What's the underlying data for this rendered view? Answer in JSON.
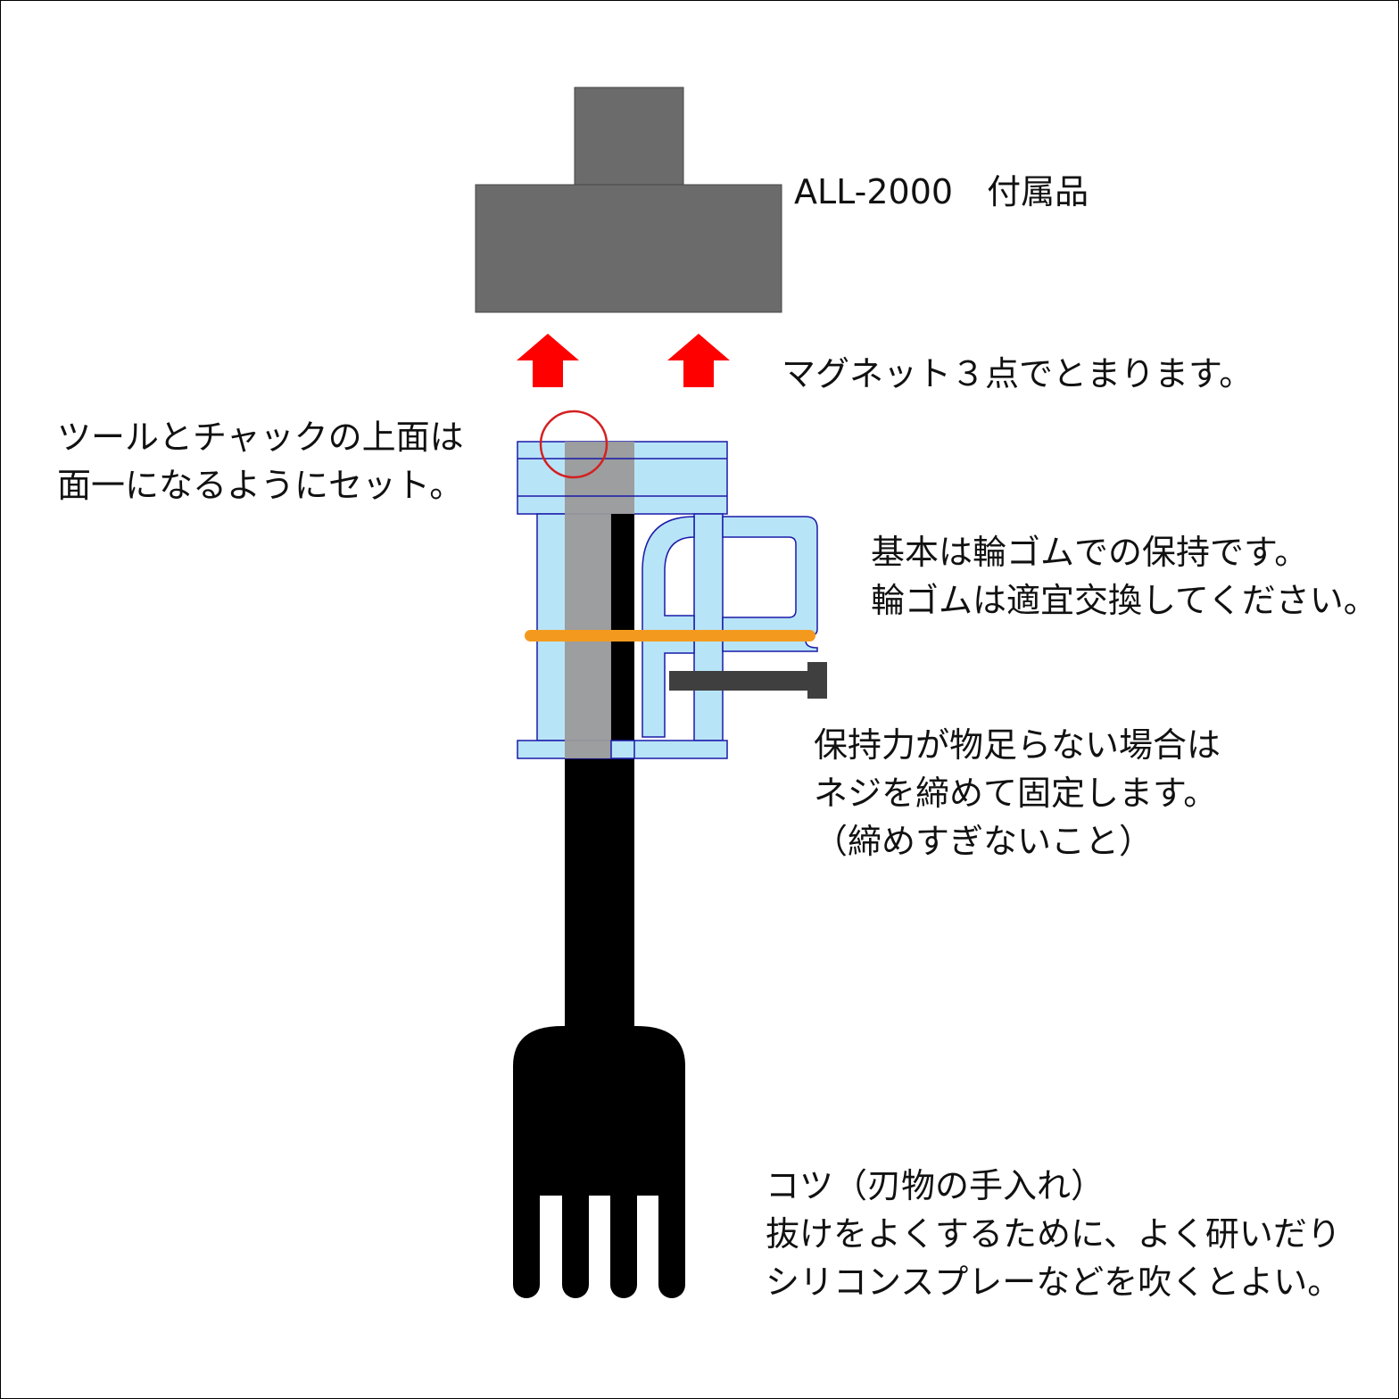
{
  "colors": {
    "background": "#ffffff",
    "attachment": "#6b6b6b",
    "arrow": "#ff0000",
    "chuck": "#b8e4f8",
    "chuck_outline": "#1a1aa8",
    "tool_shank": "#9a9a9a",
    "tool": "#000000",
    "rubber_band": "#f39a1e",
    "screw": "#3f3f3f",
    "highlight_circle": "#d42020"
  },
  "labels": {
    "accessory": "ALL-2000　付属品",
    "magnet": "マグネット３点でとまります。",
    "flush": [
      "ツールとチャックの上面は",
      "面一になるようにセット。"
    ],
    "rubber": [
      "基本は輪ゴムでの保持です。",
      "輪ゴムは適宜交換してください。"
    ],
    "screw": [
      "保持力が物足らない場合は",
      "ネジを締めて固定します。",
      "（締めすぎないこと）"
    ],
    "tip": [
      "コツ（刃物の手入れ）",
      "抜けをよくするために、よく研いだり",
      "シリコンスプレーなどを吹くとよい。"
    ]
  },
  "parts": {
    "attachment": "attachment",
    "magnet_arrows": 2,
    "prongs": 4
  }
}
